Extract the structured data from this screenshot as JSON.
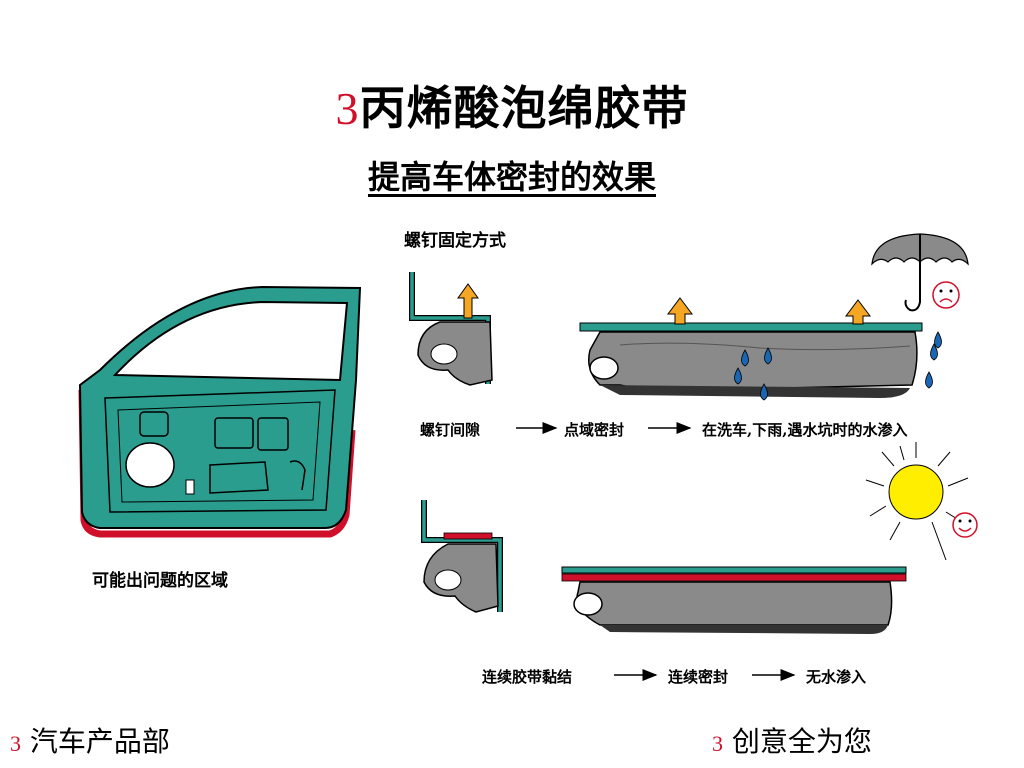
{
  "title": {
    "num": "3",
    "text": "丙烯酸泡绵胶带"
  },
  "subtitle": "提高车体密封的效果",
  "top_section": {
    "label": "螺钉固定方式",
    "flow": [
      "螺钉间隙",
      "点域密封",
      "在洗车,下雨,遇水坑时的水渗入"
    ]
  },
  "bottom_section": {
    "flow": [
      "连续胶带黏结",
      "连续密封",
      "无水渗入"
    ]
  },
  "door_label": "可能出问题的区域",
  "footer": {
    "left_num": "3",
    "left_text": "汽车产品部",
    "right_num": "3",
    "right_text": "创意全为您"
  },
  "colors": {
    "teal": "#2a9d8f",
    "red": "#d0102a",
    "gray": "#8a8a8a",
    "orange": "#f5a623",
    "water": "#1a66b3",
    "sun": "#ffee00"
  },
  "icons": [
    "umbrella-icon",
    "sad-face-icon",
    "sun-icon",
    "happy-face-icon"
  ]
}
